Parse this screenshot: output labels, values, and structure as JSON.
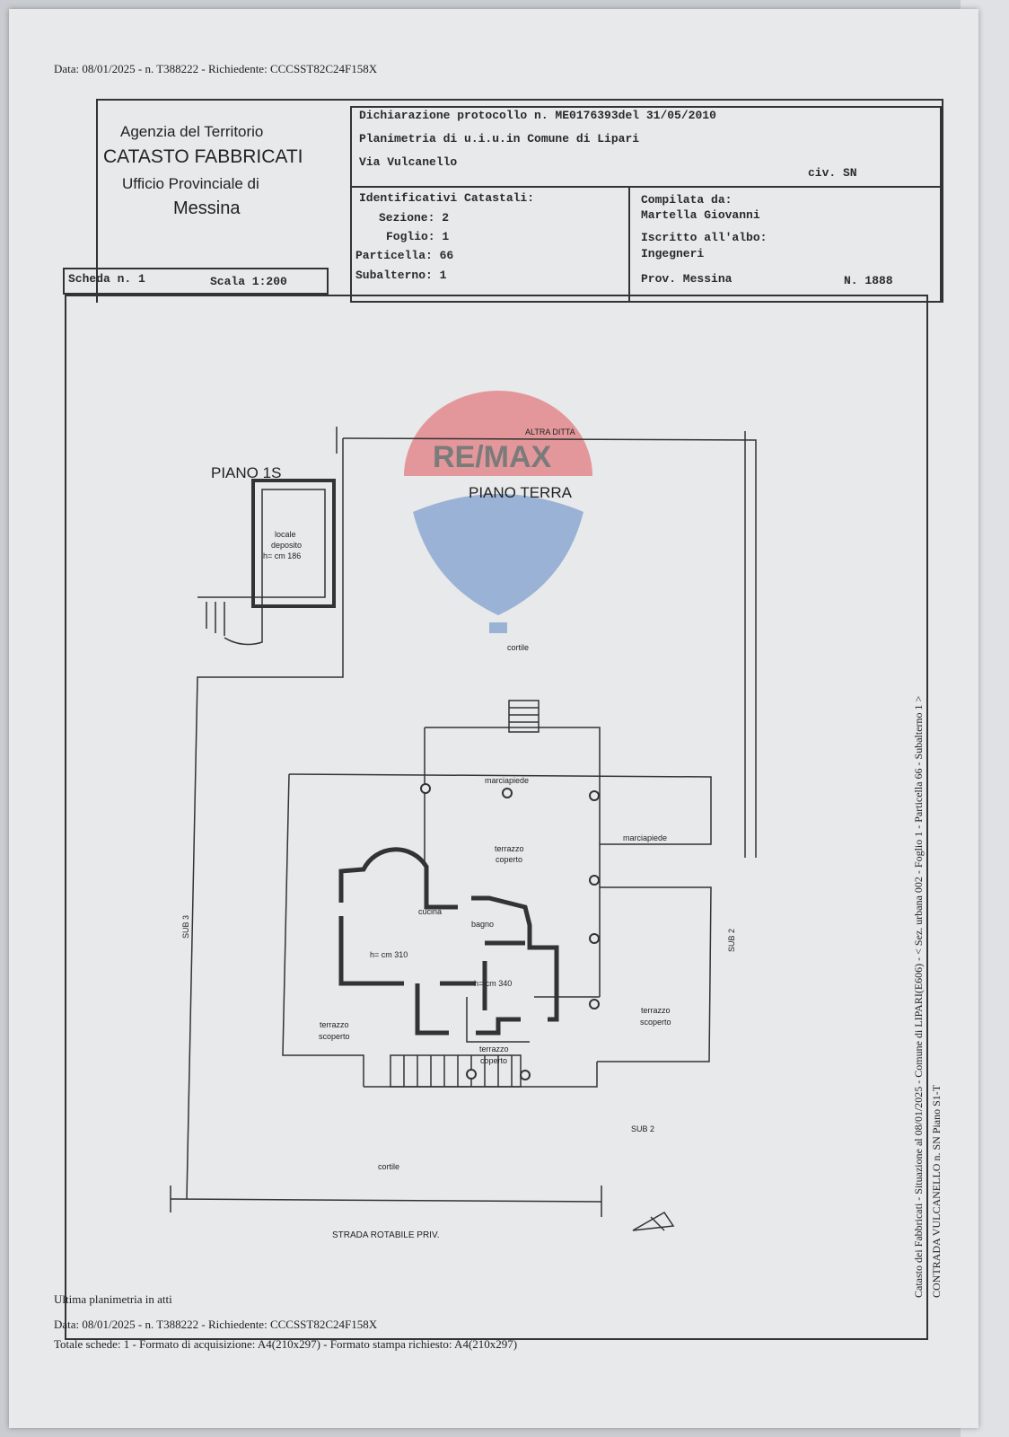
{
  "top_stamp": "Data: 08/01/2025 - n. T388222 - Richiedente: CCCSST82C24F158X",
  "agency": {
    "line1": "Agenzia del Territorio",
    "line2": "CATASTO FABBRICATI",
    "line3": "Ufficio Provinciale di",
    "line4": "Messina"
  },
  "declaration": {
    "protocol": "Dichiarazione protocollo n. ME0176393del  31/05/2010",
    "planimetria": "Planimetria di u.i.u.in Comune di Lipari",
    "address": "Via Vulcanello",
    "civ": "civ. SN"
  },
  "identificativi": {
    "title": "Identificativi Catastali:",
    "sezione": "Sezione: 2",
    "foglio": "Foglio: 1",
    "particella": "Particella: 66",
    "subalterno": "Subalterno: 1"
  },
  "compilata": {
    "title": "Compilata da:",
    "name": "Martella Giovanni",
    "albo_label": "Iscritto all'albo:",
    "albo": "Ingegneri",
    "prov": "Prov. Messina",
    "number": "N.  1888"
  },
  "scheda": {
    "label": "Scheda n. 1",
    "scala": "Scala 1:200"
  },
  "plan_labels": {
    "piano_1s": "PIANO 1S",
    "piano_terra": "PIANO TERRA",
    "altra_ditta": "ALTRA DITTA",
    "locale": "locale",
    "deposito": "deposito",
    "h186": "h= cm 186",
    "cortile_top": "cortile",
    "marciapiede_1": "marciapiede",
    "marciapiede_2": "marciapiede",
    "terrazzo_coperto_1a": "terrazzo",
    "terrazzo_coperto_1b": "coperto",
    "cucina": "cucina",
    "bagno": "bagno",
    "h310": "h= cm 310",
    "h340": "h= cm 340",
    "terrazzo_scoperto_la": "terrazzo",
    "terrazzo_scoperto_lb": "scoperto",
    "terrazzo_coperto_2a": "terrazzo",
    "terrazzo_coperto_2b": "coperto",
    "terrazzo_scoperto_ra": "terrazzo",
    "terrazzo_scoperto_rb": "scoperto",
    "sub3": "SUB 3",
    "sub2_side": "SUB 2",
    "sub2": "SUB 2",
    "cortile_bottom": "cortile",
    "strada": "STRADA ROTABILE PRIV."
  },
  "side_text": {
    "line1": "Catasto dei Fabbricati - Situazione al 08/01/2025 - Comune di LIPARI(E606) - < Sez. urbana 002 - Foglio 1 - Particella 66 - Subalterno 1 >",
    "line2": "CONTRADA VULCANELLO n. SN Piano S1-T"
  },
  "footer": {
    "ultima": "Ultima planimetria in atti",
    "data": "Data: 08/01/2025 - n. T388222 - Richiedente: CCCSST82C24F158X",
    "totale": "Totale schede: 1 - Formato di acquisizione: A4(210x297)  - Formato stampa richiesto: A4(210x297)"
  },
  "watermark": {
    "brand": "RE/MAX",
    "red": "#e0555a",
    "blue": "#5b86c4"
  }
}
